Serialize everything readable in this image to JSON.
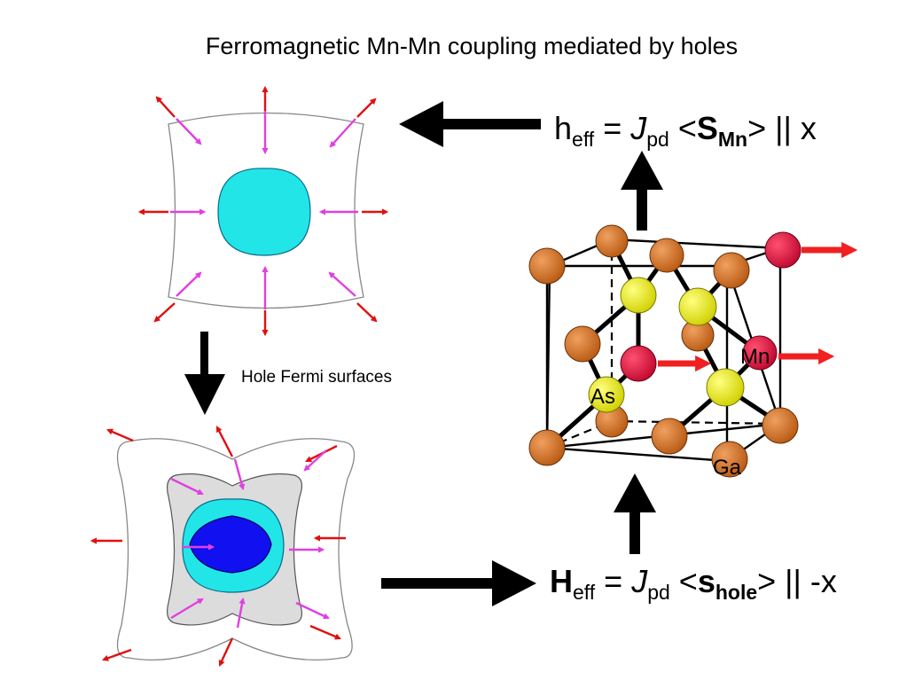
{
  "title": "Ferromagnetic Mn-Mn coupling mediated by holes",
  "caption": "Hole Fermi surfaces",
  "formula_top": {
    "h": "h",
    "h_sub": "eff",
    "eq": " = ",
    "J": "J",
    "J_sub": "pd",
    "open": " <",
    "S": "S",
    "S_sub": "Mn",
    "close": ">",
    "tail": " || x"
  },
  "formula_bottom": {
    "h": "H",
    "h_sub": "eff",
    "eq": " = ",
    "J": "J",
    "J_sub": "pd",
    "open": " <",
    "S": "s",
    "S_sub": "hole",
    "close": ">",
    "tail": "  || -x"
  },
  "crystal_labels": {
    "mn": "Mn",
    "as": "As",
    "ga": "Ga"
  },
  "colors": {
    "ga": "#c8661a",
    "as": "#e6e60f",
    "mn": "#d4103a",
    "outer_arrow": "#e01010",
    "inner_arrow": "#e040e0",
    "cyan": "#22e5e8",
    "blue": "#1010f0",
    "gray": "#dcdcdc"
  }
}
